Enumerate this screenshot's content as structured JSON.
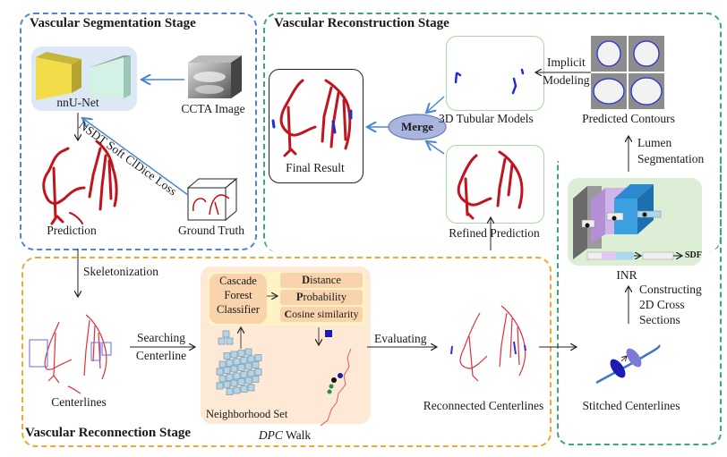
{
  "stages": {
    "segmentation": {
      "title": "Vascular Segmentation Stage",
      "border_color": "#4a86d4"
    },
    "reconstruction": {
      "title": "Vascular Reconstruction Stage",
      "border_color": "#3aa876"
    },
    "reconnection": {
      "title": "Vascular Reconnection Stage",
      "border_color": "#f0a830"
    }
  },
  "segmentation": {
    "network_label": "nnU-Net",
    "input_label": "CCTA Image",
    "loss_label": "NSDT Soft ClDice Loss",
    "prediction_label": "Prediction",
    "ground_truth_label": "Ground Truth"
  },
  "reconstruction": {
    "final_result_label": "Final Result",
    "merge_label": "Merge",
    "tubular_models_label": "3D  Tubular Models",
    "refined_prediction_label": "Refined Prediction",
    "implicit_modeling_label_1": "Implicit",
    "implicit_modeling_label_2": "Modeling",
    "predicted_contours_label": "Predicted Contours",
    "lumen_segmentation_label_1": "Lumen",
    "lumen_segmentation_label_2": "Segmentation",
    "inr_label": "INR",
    "sdf_label": "SDF",
    "constructing_label_1": "Constructing",
    "constructing_label_2": "2D Cross",
    "constructing_label_3": "Sections",
    "stitched_label": "Stitched Centerlines"
  },
  "reconnection": {
    "skeletonization_label": "Skeletonization",
    "centerlines_label": "Centerlines",
    "searching_label_1": "Searching",
    "searching_label_2": "Centerline",
    "classifier_label_1": "Cascade",
    "classifier_label_2": "Forest",
    "classifier_label_3": "Classifier",
    "metrics": [
      {
        "initial": "D",
        "rest": "istance"
      },
      {
        "initial": "P",
        "rest": "robability"
      },
      {
        "initial": "C",
        "rest": "osine similarity"
      }
    ],
    "neighborhood_label": "Neighborhood Set",
    "dpc_walk_italic": "DPC",
    "dpc_walk_rest": " Walk",
    "evaluating_label": "Evaluating",
    "reconnected_label": "Reconnected  Centerlines"
  }
}
